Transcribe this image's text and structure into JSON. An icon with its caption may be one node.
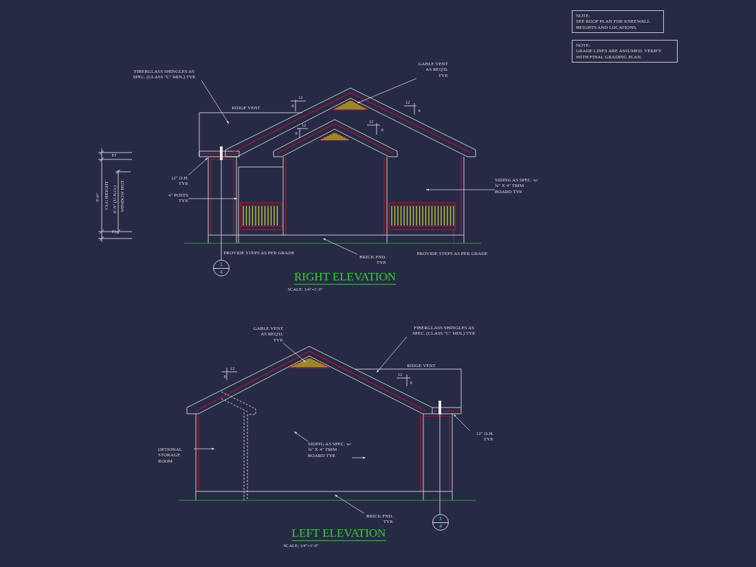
{
  "diagram": {
    "nodes": [
      {
        "text": [
          "FIBERGLASS SHINGLES AS SPEC. (CLASS \"C\" MIN.) TYP."
        ]
      },
      {
        "text": [
          "GABLE VENT AS REQ'D. TYP."
        ]
      },
      {
        "text": [
          "12\" O.H. TYP."
        ]
      },
      {
        "text": [
          "4\" POSTS TYP."
        ]
      },
      {
        "text": [
          "SIDING AS SPEC. w/ ¾\" X 4\" TRIM BOARD TYP."
        ]
      },
      {
        "text": [
          "BRICK FND. TYP."
        ]
      },
      {
        "text": [
          "1",
          "4"
        ]
      },
      {
        "text": [
          "GABLE VENT AS REQ'D. TYP."
        ]
      },
      {
        "text": [
          "FIBERGLASS SHINGLES AS SPEC. (CLASS \"C\" MIN.) TYP."
        ]
      },
      {
        "text": [
          "OPTIONAL STORAGE ROOM"
        ]
      },
      {
        "text": [
          "SIDING AS SPEC. w/ ¾\" X 4\" TRIM BOARD TYP."
        ]
      },
      {
        "text": [
          "12\" O.H. TYP."
        ]
      },
      {
        "text": [
          "BRICK FND. TYP."
        ]
      },
      {
        "text": [
          "1",
          "4"
        ]
      },
      {
        "text": [
          "NOTE:",
          "SEE ROOF PLAN FOR KNEEWALL HEIGHTS AND LOCATIONS."
        ]
      },
      {
        "text": [
          "NOTE:",
          "GRADE LINES ARE ASSUMED. VERIFY WITH FINAL GRADING PLAN."
        ]
      }
    ],
    "edges": [
      {
        "from": 0,
        "to": null,
        "arrow": "to"
      },
      {
        "from": 1,
        "to": null,
        "arrow": "to"
      },
      {
        "from": 2,
        "to": null,
        "arrow": "to"
      },
      {
        "from": 3,
        "to": null,
        "arrow": "to"
      },
      {
        "from": 4,
        "to": null,
        "arrow": "to"
      },
      {
        "from": 5,
        "to": null,
        "arrow": "to"
      },
      {
        "from": 7,
        "to": null,
        "arrow": "to"
      },
      {
        "from": 8,
        "to": null,
        "arrow": "to"
      },
      {
        "from": 9,
        "to": null,
        "arrow": "to"
      },
      {
        "from": 10,
        "to": null,
        "arrow": "to"
      },
      {
        "from": 10,
        "to": null,
        "arrow": "to"
      },
      {
        "from": 11,
        "to": null,
        "arrow": "to"
      },
      {
        "from": 12,
        "to": null,
        "arrow": "to"
      }
    ],
    "labels": [
      "12",
      "6",
      "RIDGE VENT",
      "12",
      "6",
      "12",
      "6",
      "12",
      "6",
      "FJ",
      "8'-0\"",
      "CLG HEIGHT",
      "6'-8\" (U.N.O.)",
      "WINDOW HGT.",
      "FJ",
      "PROVIDE STEPS AS PER GRADE",
      "PROVIDE STEPS AS PER GRADE",
      "RIGHT ELEVATION",
      "SCALE: 1/4\"=1'-0\"",
      "12",
      "6",
      "RIDGE VENT",
      "12",
      "6",
      "LEFT ELEVATION",
      "SCALE: 1/4\"=1'-0\""
    ]
  }
}
